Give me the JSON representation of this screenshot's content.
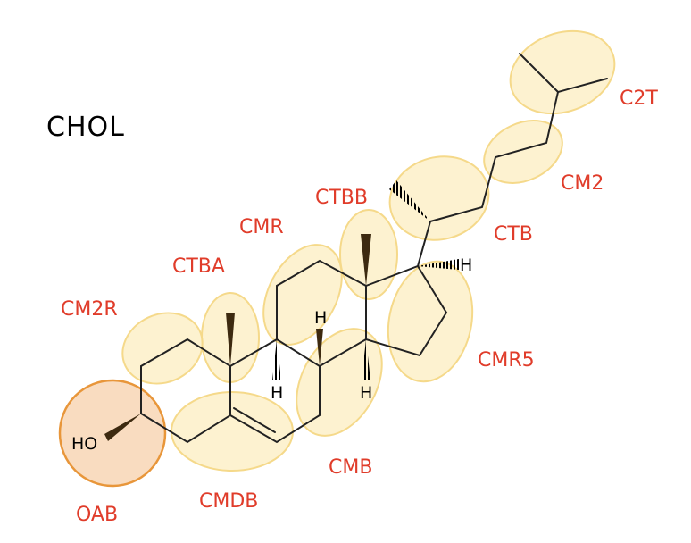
{
  "molecule": {
    "name": "CHOL"
  },
  "atoms": {
    "hydroxyl": "HO",
    "hydrogen": "H"
  },
  "beads": [
    {
      "id": "c2t",
      "label": "C2T"
    },
    {
      "id": "cm2",
      "label": "CM2"
    },
    {
      "id": "ctb",
      "label": "CTB"
    },
    {
      "id": "ctbb",
      "label": "CTBB"
    },
    {
      "id": "cmr",
      "label": "CMR"
    },
    {
      "id": "ctba",
      "label": "CTBA"
    },
    {
      "id": "cm2r",
      "label": "CM2R"
    },
    {
      "id": "cmr5",
      "label": "CMR5"
    },
    {
      "id": "cmb",
      "label": "CMB"
    },
    {
      "id": "cmdb",
      "label": "CMDB"
    },
    {
      "id": "oab",
      "label": "OAB"
    }
  ],
  "colors": {
    "bead_fill": "#fdf0c8",
    "bead_stroke": "#f5d98a",
    "oab_fill": "#f9dcc0",
    "oab_stroke": "#e8963a",
    "label": "#e03c2a",
    "bond": "#222222",
    "wedge": "#3d2a10"
  }
}
